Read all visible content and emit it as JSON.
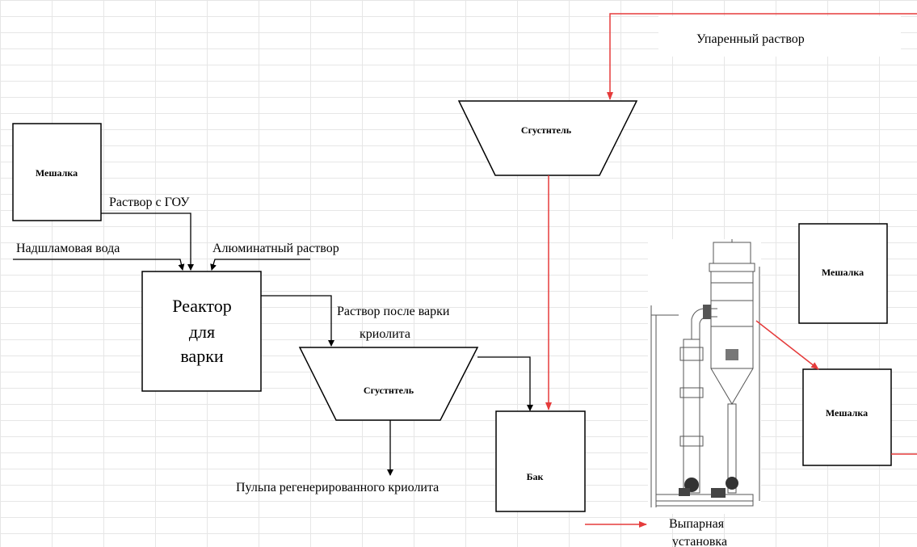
{
  "labels": {
    "mixer_top_left": "Мешалка",
    "mixer_right_top": "Мешалка",
    "mixer_right_bottom": "Мешалка",
    "reactor_l1": "Реактор",
    "reactor_l2": "для",
    "reactor_l3": "варки",
    "thickener_top": "Сгустнтель",
    "thickener_bottom": "Сгустнтель",
    "tank": "Бак",
    "solution_gou": "Раствор с ГОУ",
    "supernatant_water": "Надшламовая вода",
    "aluminate_solution": "Алюминатный раствор",
    "after_cooking_l1": "Раствор после варки",
    "after_cooking_l2": "криолита",
    "pulp": "Пульпа регенерированного криолита",
    "evaporated_solution": "Упаренный раствор",
    "evaporator_l1": "Выпарная",
    "evaporator_l2": "установка"
  },
  "colors": {
    "red_flow": "#e53b3b",
    "black_flow": "#000000",
    "grid": "#e6e6e6"
  }
}
